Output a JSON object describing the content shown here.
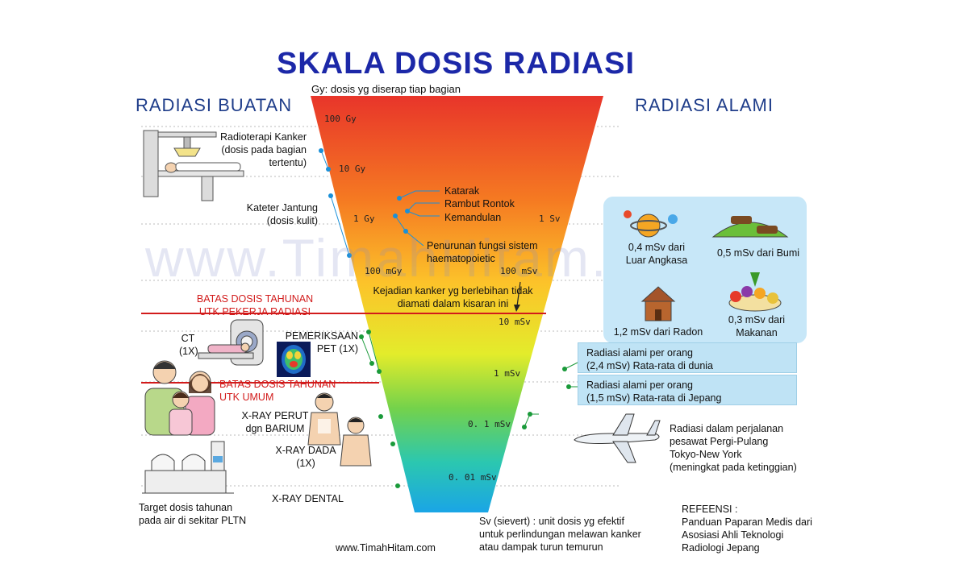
{
  "title": "SKALA DOSIS RADIASI",
  "subtitle": "Gy: dosis yg diserap tiap bagian",
  "headers": {
    "artificial": "RADIASI BUATAN",
    "natural": "RADIASI ALAMI"
  },
  "scale_left": [
    "100 Gy",
    "10 Gy",
    "1 Gy",
    "100 mGy"
  ],
  "scale_right": [
    "1 Sv",
    "100 mSv",
    "10 mSv",
    "1 mSv",
    "0. 1 mSv",
    "0. 01 mSv"
  ],
  "effects": [
    "Katarak",
    "Rambut Rontok",
    "Kemandulan"
  ],
  "hema": "Penurunan fungsi sistem haematopoietic",
  "cancer_note": "Kejadian kanker yg berlebihan tidak diamati dalam kisaran ini",
  "artificial": {
    "radiotherapy": "Radioterapi Kanker (dosis pada bagian tertentu)",
    "catheter": "Kateter Jantung (dosis kulit)",
    "limit_worker": [
      "BATAS DOSIS TAHUNAN",
      "UTK PEKERJA RADIASI"
    ],
    "ct": [
      "CT",
      "(1X)"
    ],
    "pet": [
      "PEMERIKSAAN",
      "PET (1X)"
    ],
    "limit_public": [
      "BATAS DOSIS TAHUNAN",
      "UTK UMUM"
    ],
    "xray_abdomen": [
      "X-RAY PERUT",
      "dgn BARIUM"
    ],
    "xray_chest": [
      "X-RAY DADA",
      "(1X)"
    ],
    "xray_dental": "X-RAY DENTAL",
    "plant_target": [
      "Target dosis tahunan",
      "pada air di sekitar PLTN"
    ]
  },
  "natural": {
    "space": [
      "0,4 mSv dari",
      "Luar Angkasa"
    ],
    "earth": "0,5 mSv dari Bumi",
    "radon": "1,2 mSv dari Radon",
    "food": [
      "0,3 mSv dari",
      "Makanan"
    ],
    "world": [
      "Radiasi alami per orang",
      "(2,4 mSv) Rata-rata di dunia"
    ],
    "japan": [
      "Radiasi alami per orang",
      "(1,5 mSv) Rata-rata di Jepang"
    ],
    "flight": [
      "Radiasi dalam perjalanan",
      "pesawat Pergi-Pulang",
      "Tokyo-New York",
      "(meningkat pada ketinggian)"
    ]
  },
  "sievert_note": [
    "Sv (sievert) : unit dosis yg efektif",
    "untuk perlindungan melawan kanker",
    "atau dampak turun temurun"
  ],
  "references": [
    "REFEENSI :",
    "Panduan Paparan Medis dari",
    "Asosiasi Ahli Teknologi",
    "Radiologi Jepang"
  ],
  "website": "www.TimahHitam.com",
  "watermark": "www.TimahHitam.com",
  "colors": {
    "title": "#1c28a8",
    "limit_line": "#d21b1b",
    "dot": "#1a90d8",
    "green_dot": "#1a9a3a"
  }
}
